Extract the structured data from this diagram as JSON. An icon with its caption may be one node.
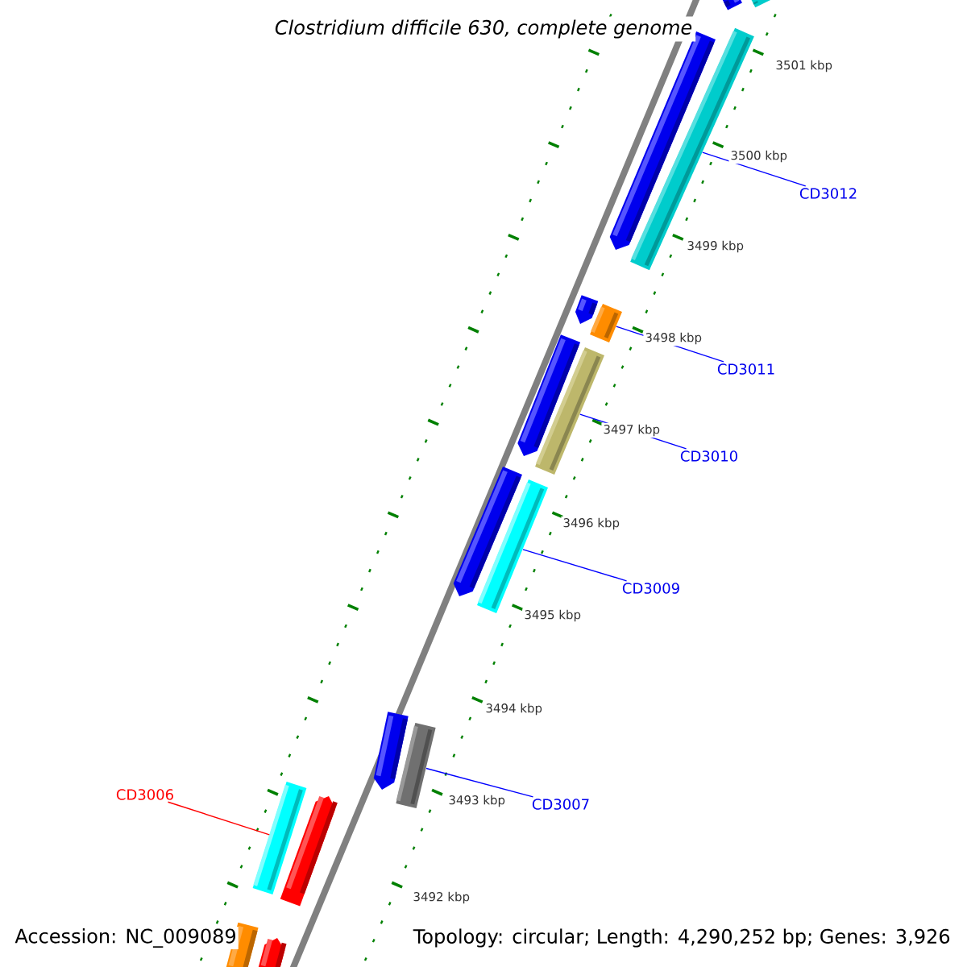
{
  "diagram": {
    "title": "*Clostridium difficile* 630, complete genome",
    "nodes": [
      {
        "text": [
          "CD3012"
        ]
      },
      {
        "text": [
          "CD3011"
        ]
      },
      {
        "text": [
          "CD3010"
        ]
      },
      {
        "text": [
          "CD3009"
        ]
      },
      {
        "text": [
          "CD3007"
        ]
      },
      {
        "text": [
          "CD3006"
        ]
      },
      {
        "text": [],
        "shape": "bar"
      },
      {
        "text": [],
        "shape": "bar"
      },
      {
        "text": [],
        "shape": "bar"
      },
      {
        "text": [],
        "shape": "bar"
      },
      {
        "text": [],
        "shape": "bar"
      },
      {
        "text": [],
        "shape": "bar"
      }
    ],
    "edges": [
      {
        "from": 0,
        "to": 6,
        "arrow": "none"
      },
      {
        "from": 1,
        "to": 7,
        "arrow": "none"
      },
      {
        "from": 2,
        "to": 8,
        "arrow": "none"
      },
      {
        "from": 3,
        "to": 9,
        "arrow": "none"
      },
      {
        "from": 4,
        "to": 10,
        "arrow": "none"
      },
      {
        "from": 5,
        "to": 11,
        "arrow": "none",
        "color": "#ff0000"
      }
    ],
    "labels": [
      "3501 kbp",
      "3500 kbp",
      "3499 kbp",
      "3498 kbp",
      "3497 kbp",
      "3496 kbp",
      "3495 kbp",
      "3494 kbp",
      "3493 kbp",
      "3492 kbp",
      "Accession: NC_009089",
      "Topology: circular; Length: 4,290,252 bp; Genes: 3,926"
    ]
  }
}
